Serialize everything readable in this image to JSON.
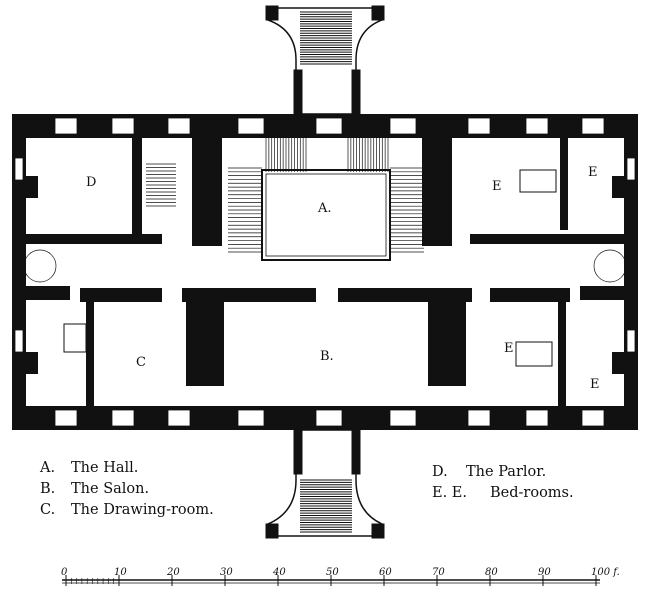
{
  "plan": {
    "room_labels": {
      "A": "A.",
      "B": "B.",
      "C": "C",
      "D": "D",
      "E1": "E",
      "E2": "E",
      "E3": "E",
      "E4": "E"
    }
  },
  "legend": {
    "left": [
      {
        "key": "A.",
        "text": "The Hall."
      },
      {
        "key": "B.",
        "text": "The Salon."
      },
      {
        "key": "C.",
        "text": "The Drawing-room."
      }
    ],
    "right": [
      {
        "key": "D.",
        "text": "The Parlor."
      },
      {
        "key": "E. E.",
        "text": "Bed-rooms."
      }
    ]
  },
  "scale": {
    "ticks": [
      "0",
      "10",
      "20",
      "30",
      "40",
      "50",
      "60",
      "70",
      "80",
      "90",
      "100 f."
    ]
  }
}
